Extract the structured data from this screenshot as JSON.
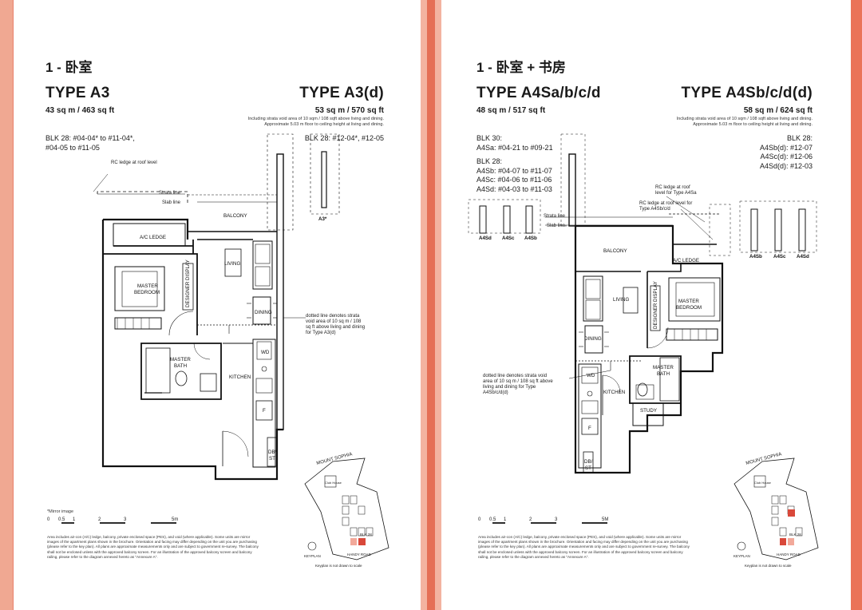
{
  "left": {
    "header": "1 - 卧室",
    "type_main": "TYPE A3",
    "type_alt": "TYPE A3(d)",
    "area_main": "43 sq m / 463 sq ft",
    "area_alt": "53 sq m / 570 sq ft",
    "alt_note_1": "Including strata void area of 10 sqm / 108 sqft above living and dining.",
    "alt_note_2": "Approximate 5.03 m floor to ceiling height at living and dining.",
    "blk_main_1": "BLK 28: #04-04* to #11-04*,",
    "blk_main_2": "#04-05 to #11-05",
    "blk_alt": "BLK 28: #12-04*, #12-05",
    "rc_ledge": "RC ledge at roof level",
    "strata_line": "Strata line",
    "slab_line": "Slab line",
    "elev_label": "A3*",
    "rooms": {
      "balcony": "BALCONY",
      "ac_ledge": "A/C LEDGE",
      "living": "LIVING",
      "master_bedroom_1": "MASTER",
      "master_bedroom_2": "BEDROOM",
      "designer_display": "DESIGNER DISPLAY",
      "dining": "DINING",
      "master_bath_1": "MASTER",
      "master_bath_2": "BATH",
      "wd": "WD",
      "kitchen": "KITCHEN",
      "f": "F",
      "db_1": "DB/",
      "db_2": "ST"
    },
    "dotted_note": [
      "dotted line denotes strata",
      "void area of 10 sq m / 108",
      "sq ft above living and dining",
      "for Type A3(d)"
    ],
    "mirror": "*Mirror image",
    "scale_ticks": [
      "0",
      "0.5",
      "1",
      "2",
      "3",
      "5m"
    ],
    "footer": "Area includes air-con (A/C) ledge, balcony, private enclosed space (PES), and void (where applicable). Some units are mirror images of the apartment plans shown in the brochure. Orientation and facing may differ depending on the unit you are purchasing (please refer to the key plan). All plans are approximate measurements only and are subject to government re-survey. The balcony shall not be enclosed unless with the approved balcony screen. For an illustration of the approved balcony screen and balcony railing, please refer to the diagram annexed hereto as \"Annexure A\".",
    "keyplan_label": "KEYPLAN",
    "keyplan_road": "HANDY ROAD",
    "keyplan_blk": "BLK 28",
    "keyplan_note": "Keyplan is not drawn to scale",
    "keyplan_top": "MOUNT SOPHIA",
    "keyplan_club": "Club House"
  },
  "right": {
    "header": "1 - 卧室 + 书房",
    "type_main": "TYPE A4Sa/b/c/d",
    "type_alt": "TYPE A4Sb/c/d(d)",
    "area_main": "48 sq m / 517 sq ft",
    "area_alt": "58 sq m / 624 sq ft",
    "alt_note_1": "Including strata void area of 10 sqm / 108 sqft above living and dining.",
    "alt_note_2": "Approximate 5.03 m floor to ceiling height at living and dining.",
    "blk_main": [
      "BLK 30:",
      "A4Sa: #04-21 to #09-21",
      "",
      "BLK 28:",
      "A4Sb: #04-07 to #11-07",
      "A4Sc: #04-06 to #11-06",
      "A4Sd: #04-03 to #11-03"
    ],
    "blk_alt": [
      "BLK 28:",
      "A4Sb(d): #12-07",
      "A4Sc(d): #12-06",
      "A4Sd(d): #12-03"
    ],
    "rc_ledge_1": [
      "RC ledge at roof",
      "level for Type A4Sa"
    ],
    "rc_ledge_2": [
      "RC ledge at roof level for",
      "Type A4Sb/c/d"
    ],
    "strata_line": "Strata line",
    "slab_line": "Slab line",
    "elev_left": [
      "A4Sd",
      "A4Sc",
      "A4Sb"
    ],
    "elev_right": [
      "A4Sb",
      "A4Sc",
      "A4Sd"
    ],
    "rooms": {
      "balcony": "BALCONY",
      "ac_ledge": "A/C LEDGE",
      "living": "LIVING",
      "designer_display": "DESIGNER DISPLAY",
      "master_bedroom_1": "MASTER",
      "master_bedroom_2": "BEDROOM",
      "dining": "DINING",
      "wd": "WD",
      "master_bath_1": "MASTER",
      "master_bath_2": "BATH",
      "kitchen": "KITCHEN",
      "study": "STUDY",
      "f": "F",
      "db_1": "DB/",
      "db_2": "ST"
    },
    "dotted_note": [
      "dotted line denotes strata void",
      "area of 10 sq m / 108 sq ft above",
      "living and dining for Type",
      "A4Sb/c/d(d)"
    ],
    "scale_ticks": [
      "0",
      "0.5",
      "1",
      "2",
      "3",
      "5M"
    ],
    "footer": "Area includes air-con (A/C) ledge, balcony, private enclosed space (PES), and void (where applicable). Some units are mirror images of the apartment plans shown in the brochure. Orientation and facing may differ depending on the unit you are purchasing (please refer to the key plan). All plans are approximate measurements only and are subject to government re-survey. The balcony shall not be enclosed unless with the approved balcony screen. For an illustration of the approved balcony screen and balcony railing, please refer to the diagram annexed hereto as \"Annexure A\".",
    "keyplan_label": "KEYPLAN",
    "keyplan_road": "HANDY ROAD",
    "keyplan_blk": "BLK 28",
    "keyplan_note": "Keyplan is not drawn to scale",
    "keyplan_top": "MOUNT SOPHIA",
    "keyplan_club": "Club House"
  },
  "colors": {
    "accent": "#e9826c",
    "highlight": "#d9483a",
    "wall": "#111111"
  }
}
